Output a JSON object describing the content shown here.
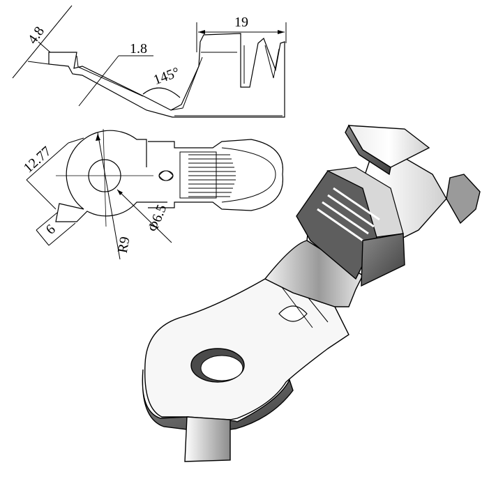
{
  "side_view": {
    "dim_thickness_tab": "4.8",
    "dim_material": "1.8",
    "dim_angle": "145°",
    "dim_length": "19"
  },
  "top_view": {
    "dim_width": "12.77",
    "dim_tab": "6",
    "dim_radius": "R9",
    "dim_hole": "Φ6.5"
  },
  "colors": {
    "line": "#000000",
    "background": "#ffffff",
    "metal_light": "#f4f4f4",
    "metal_dark": "#5a5a5a"
  }
}
